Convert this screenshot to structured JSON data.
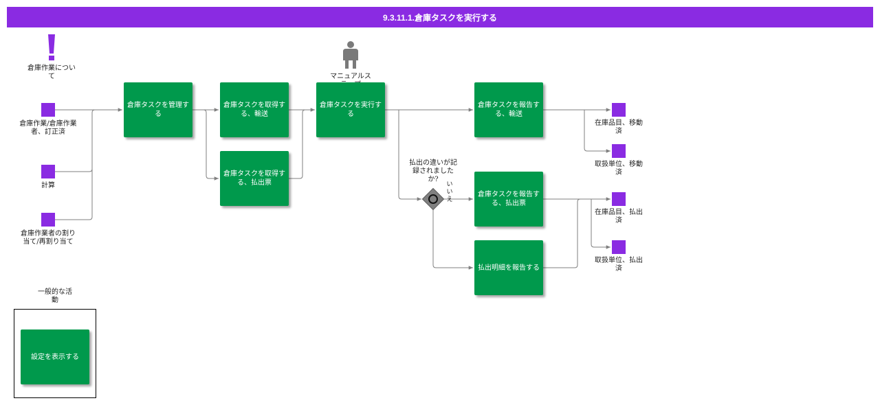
{
  "title": "9.3.11.1.倉庫タスクを実行する",
  "colors": {
    "header": "#8a2be2",
    "task": "#00994c",
    "object": "#8a2be2",
    "gateway": "#808080",
    "connector": "#7f7f7f"
  },
  "icons": {
    "important": "exclamation-icon",
    "role": "person-icon",
    "gateway": "exclusive-gateway-icon"
  },
  "info": {
    "label": "倉庫作業について"
  },
  "role": {
    "label": "マニュアルステップ"
  },
  "inputs": {
    "warehouse_work": "倉庫作業/倉庫作業者、訂正済",
    "calculation": "計算",
    "assignment": "倉庫作業者の割り当て/再割り当て"
  },
  "tasks": {
    "manage": "倉庫タスクを管理する",
    "acquire_transport": "倉庫タスクを取得する、輸送",
    "acquire_picking": "倉庫タスクを取得す る、払出票",
    "execute": "倉庫タスクを実行す る",
    "report_transport": "倉庫タスクを報告する、輸送",
    "report_picking": "倉庫タスクを報告する、払出票",
    "report_details": "払出明細を報告する",
    "show_settings": "設定を表示する"
  },
  "gateway": {
    "question": "払出の違いが記録されましたか?",
    "no_label": "いいえ"
  },
  "outputs": {
    "stock_moved": "在庫品目、移動済",
    "unit_moved": "取扱単位、移動済",
    "stock_picked": "在庫品目、払出済",
    "unit_picked": "取扱単位、払出済"
  },
  "legend": {
    "title": "一般的な活動"
  }
}
